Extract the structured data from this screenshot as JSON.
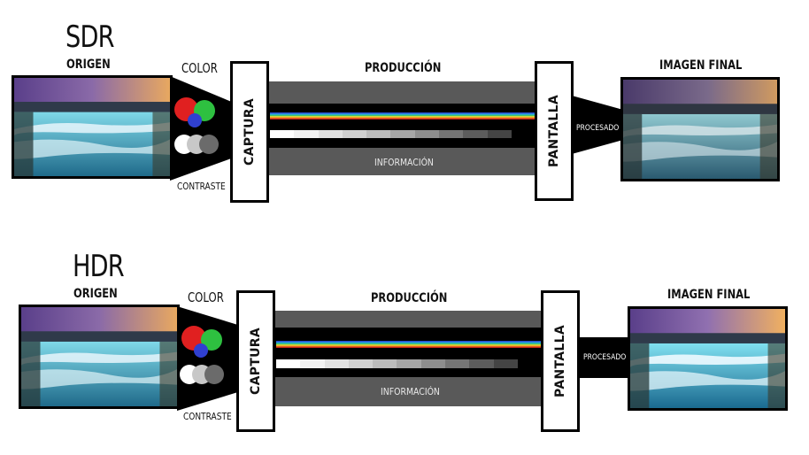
{
  "sdr": {
    "title": "SDR",
    "origin_label": "ORIGEN",
    "color_label": "COLOR",
    "contrast_label": "CONTRASTE",
    "capture_label": "CAPTURA",
    "production_label": "PRODUCCIÓN",
    "info_label": "INFORMACIÓN",
    "display_label": "PANTALLA",
    "processing_label": "PROCESADO",
    "final_label": "IMAGEN FINAL"
  },
  "hdr": {
    "title": "HDR",
    "origin_label": "ORIGEN",
    "color_label": "COLOR",
    "contrast_label": "CONTRASTE",
    "capture_label": "CAPTURA",
    "production_label": "PRODUCCIÓN",
    "info_label": "INFORMACIÓN",
    "display_label": "PANTALLA",
    "processing_label": "PROCESADO",
    "final_label": "IMAGEN FINAL"
  },
  "colors": {
    "band_gray": "#595959",
    "band_black": "#000000",
    "rgb_red": "#e02020",
    "rgb_green": "#2ec040",
    "rgb_blue": "#3040d0"
  },
  "icons": [
    "waterfall-photo",
    "rgb-circles",
    "grayscale-circles",
    "rainbow-spectrum",
    "grayscale-steps"
  ]
}
